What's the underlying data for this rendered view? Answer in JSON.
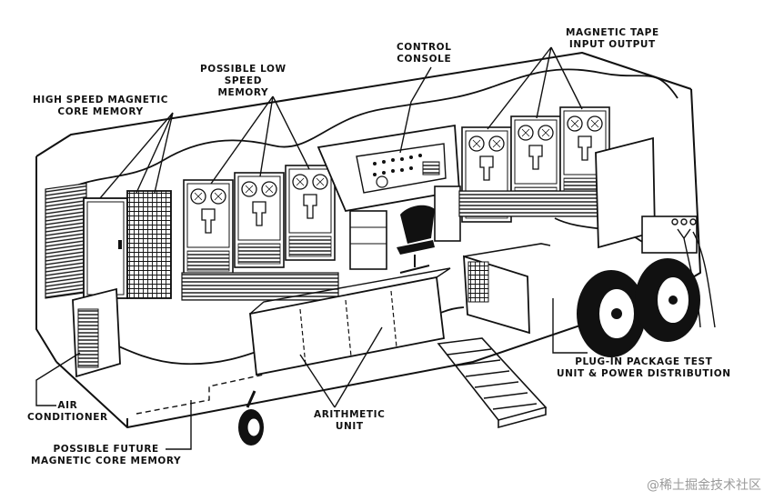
{
  "diagram": {
    "ink": "#111111",
    "labels": {
      "high_speed": [
        "HIGH SPEED MAGNETIC",
        "CORE MEMORY"
      ],
      "low_speed": [
        "POSSIBLE LOW",
        "SPEED",
        "MEMORY"
      ],
      "console": [
        "CONTROL",
        "CONSOLE"
      ],
      "tape": [
        "MAGNETIC TAPE",
        "INPUT OUTPUT"
      ],
      "plugin": [
        "PLUG-IN PACKAGE TEST",
        "UNIT & POWER DISTRIBUTION"
      ],
      "arith": [
        "ARITHMETIC",
        "UNIT"
      ],
      "air": [
        "AIR",
        "CONDITIONER"
      ],
      "future": [
        "POSSIBLE FUTURE",
        "MAGNETIC CORE MEMORY"
      ]
    },
    "watermark": "@稀土掘金技术社区"
  }
}
